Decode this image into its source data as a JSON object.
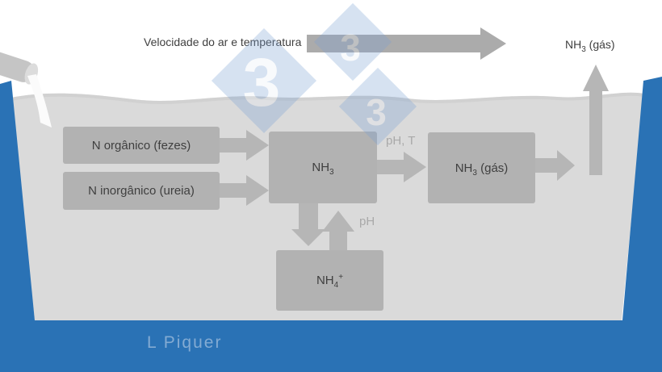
{
  "colors": {
    "tank_blue": "#2a72b5",
    "liquid": "#dadada",
    "liquid_shadow": "#cbcbcb",
    "box_gray": "#b2b2b2",
    "arrow_gray": "#b6b6b6",
    "top_arrow_gray": "#ababab",
    "box_text": "#3f3f3f",
    "condition_label": "#a9a9a9",
    "credit_text": "#83abd3",
    "watermark_blue": "#7aa0d4",
    "pipe_gray": "#c5c5c5",
    "pipe_cap": "#dcdcdc"
  },
  "top": {
    "air_label": "Velocidade do ar e temperatura",
    "gas_label": {
      "prefix": "NH",
      "sub": "3",
      "suffix": " (gás)"
    }
  },
  "boxes": {
    "n_organic": {
      "label": "N orgânico (fezes)"
    },
    "n_inorganic": {
      "label": "N inorgânico (ureia)"
    },
    "nh3": {
      "prefix": "NH",
      "sub": "3",
      "suffix": ""
    },
    "nh3_gas": {
      "prefix": "NH",
      "sub": "3",
      "suffix": " (gás)"
    },
    "nh4": {
      "prefix": "NH",
      "sub": "4",
      "sup": "+"
    }
  },
  "conditions": {
    "ph_t": "pH, T",
    "ph": "pH"
  },
  "credit": "L Piquer",
  "watermark_digit": "3"
}
